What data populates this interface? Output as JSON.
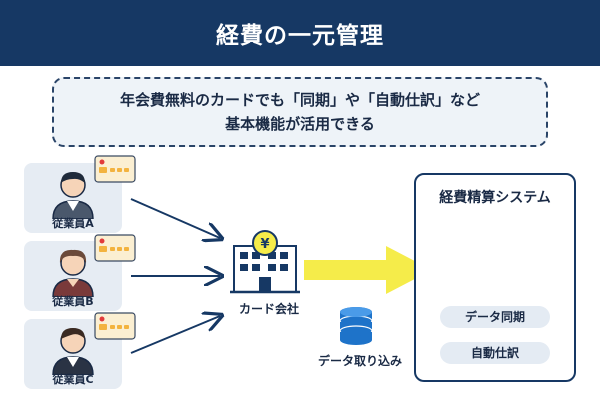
{
  "header": {
    "title": "経費の一元管理"
  },
  "note": {
    "line1": "年会費無料のカードでも「同期」や「自動仕訳」など",
    "line2": "基本機能が活用できる"
  },
  "employees": [
    {
      "label": "従業員A"
    },
    {
      "label": "従業員B"
    },
    {
      "label": "従業員C"
    }
  ],
  "company": {
    "label": "カード会社"
  },
  "import": {
    "label": "データ取り込み"
  },
  "system": {
    "title": "経費精算システム",
    "features": [
      "データ同期",
      "自動仕訳"
    ]
  },
  "icons": [
    "person-icon",
    "credit-card-icon",
    "building-icon",
    "yen-icon",
    "database-icon",
    "laptop-icon",
    "check-icon",
    "sync-icon",
    "arrow-icon"
  ],
  "colors": {
    "navy": "#163864",
    "light_blue": "#e6ecf3",
    "yellow": "#f5ec4a",
    "red": "#e23b3b",
    "card_orange": "#f3b33f"
  }
}
